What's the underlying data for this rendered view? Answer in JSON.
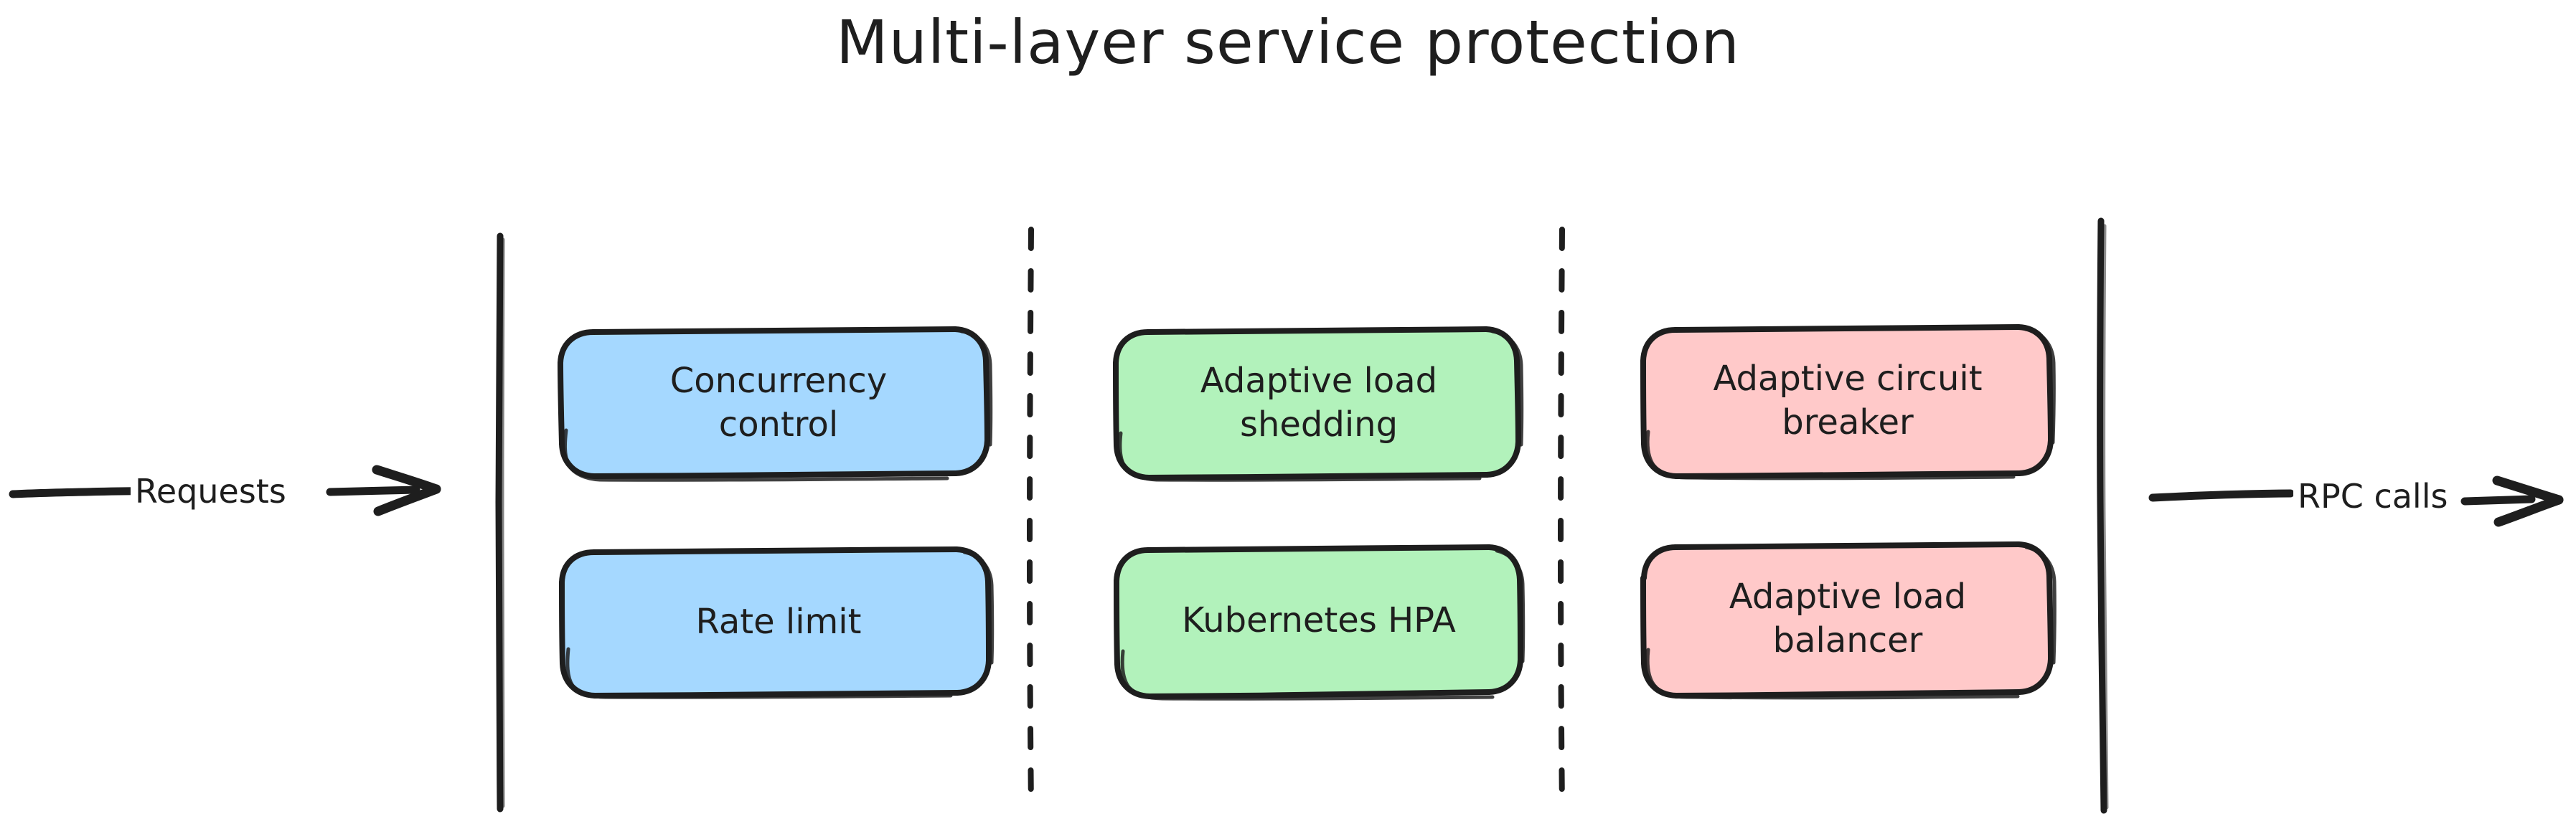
{
  "diagram": {
    "title": "Multi-layer service protection",
    "background_color": "#ffffff",
    "stroke_color": "#1e1e1e",
    "style": "hand-drawn"
  },
  "boundaries": {
    "left_solid_line": "solid",
    "divider_1": "dashed",
    "divider_2": "dashed",
    "right_solid_line": "solid"
  },
  "edges": [
    {
      "id": "in",
      "label": "Requests",
      "direction": "right"
    },
    {
      "id": "out",
      "label": "RPC calls",
      "direction": "right"
    }
  ],
  "columns": [
    {
      "id": "col-1",
      "color": "#a5d8ff",
      "nodes": [
        {
          "id": "concurrency-control",
          "label": "Concurrency\ncontrol"
        },
        {
          "id": "rate-limit",
          "label": "Rate limit"
        }
      ]
    },
    {
      "id": "col-2",
      "color": "#b2f2bb",
      "nodes": [
        {
          "id": "adaptive-load-shedding",
          "label": "Adaptive load\nshedding"
        },
        {
          "id": "kubernetes-hpa",
          "label": "Kubernetes HPA"
        }
      ]
    },
    {
      "id": "col-3",
      "color": "#ffc9c9",
      "nodes": [
        {
          "id": "adaptive-circuit-breaker",
          "label": "Adaptive circuit\nbreaker"
        },
        {
          "id": "adaptive-load-balancer",
          "label": "Adaptive load\nbalancer"
        }
      ]
    }
  ]
}
